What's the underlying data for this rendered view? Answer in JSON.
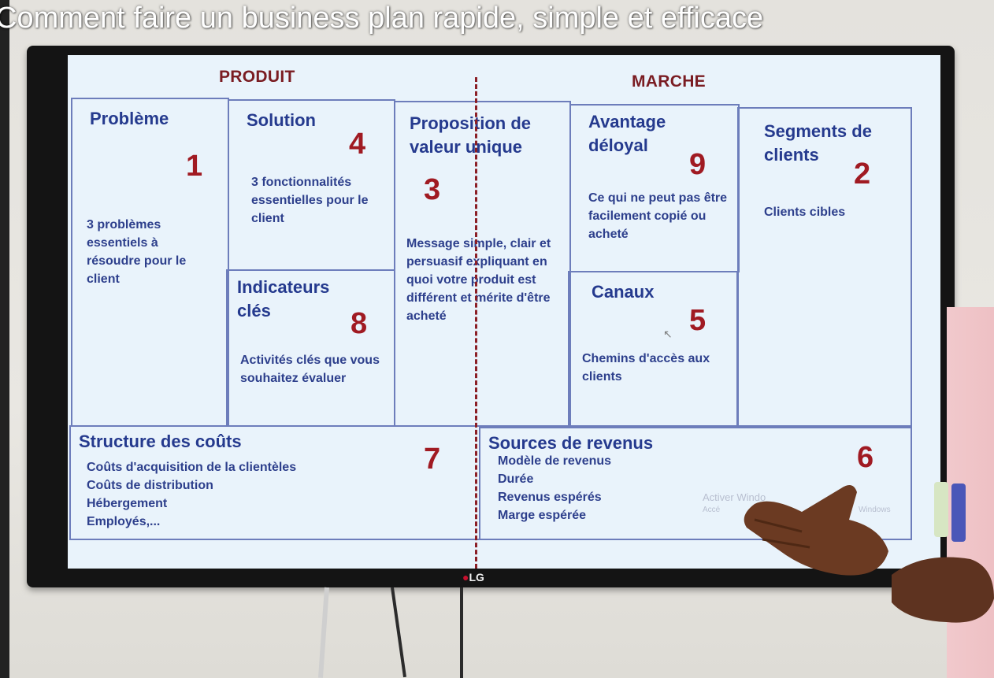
{
  "video_title": "Comment faire un business plan rapide, simple et efficace",
  "tv_brand": "LG",
  "headers": {
    "left": "PRODUIT",
    "right": "MARCHE"
  },
  "cells": {
    "probleme": {
      "title": "Problème",
      "number": "1",
      "desc": "3 problèmes essentiels à résoudre pour le client"
    },
    "solution": {
      "title": "Solution",
      "number": "4",
      "desc": "3 fonctionnalités essentielles pour le client"
    },
    "indicateurs": {
      "title": "Indicateurs clés",
      "number": "8",
      "desc": "Activités clés que vous souhaitez évaluer"
    },
    "proposition": {
      "title": "Proposition de valeur unique",
      "number": "3",
      "desc": "Message simple, clair et persuasif expliquant en quoi votre produit est différent et mérite d'être acheté"
    },
    "avantage": {
      "title": "Avantage déloyal",
      "number": "9",
      "desc": "Ce qui ne peut pas être facilement copié ou acheté"
    },
    "canaux": {
      "title": "Canaux",
      "number": "5",
      "desc": "Chemins d'accès aux clients"
    },
    "segments": {
      "title": "Segments de clients",
      "number": "2",
      "desc": "Clients cibles"
    },
    "couts": {
      "title": "Structure des coûts",
      "number": "7",
      "items": [
        "Coûts d'acquisition de la clientèles",
        "Coûts de distribution",
        "Hébergement",
        "Employés,..."
      ]
    },
    "revenus": {
      "title": "Sources de revenus",
      "number": "6",
      "items": [
        "Modèle de revenus",
        "Durée",
        "Revenus espérés",
        "Marge espérée"
      ]
    }
  },
  "watermark": {
    "line1": "Activer Windo",
    "line2": "Accé",
    "line3": "Windows"
  },
  "colors": {
    "title_blue": "#253a8e",
    "number_red": "#a01a22",
    "header_red": "#7a1c22",
    "screen_bg": "#e9f3fb"
  }
}
